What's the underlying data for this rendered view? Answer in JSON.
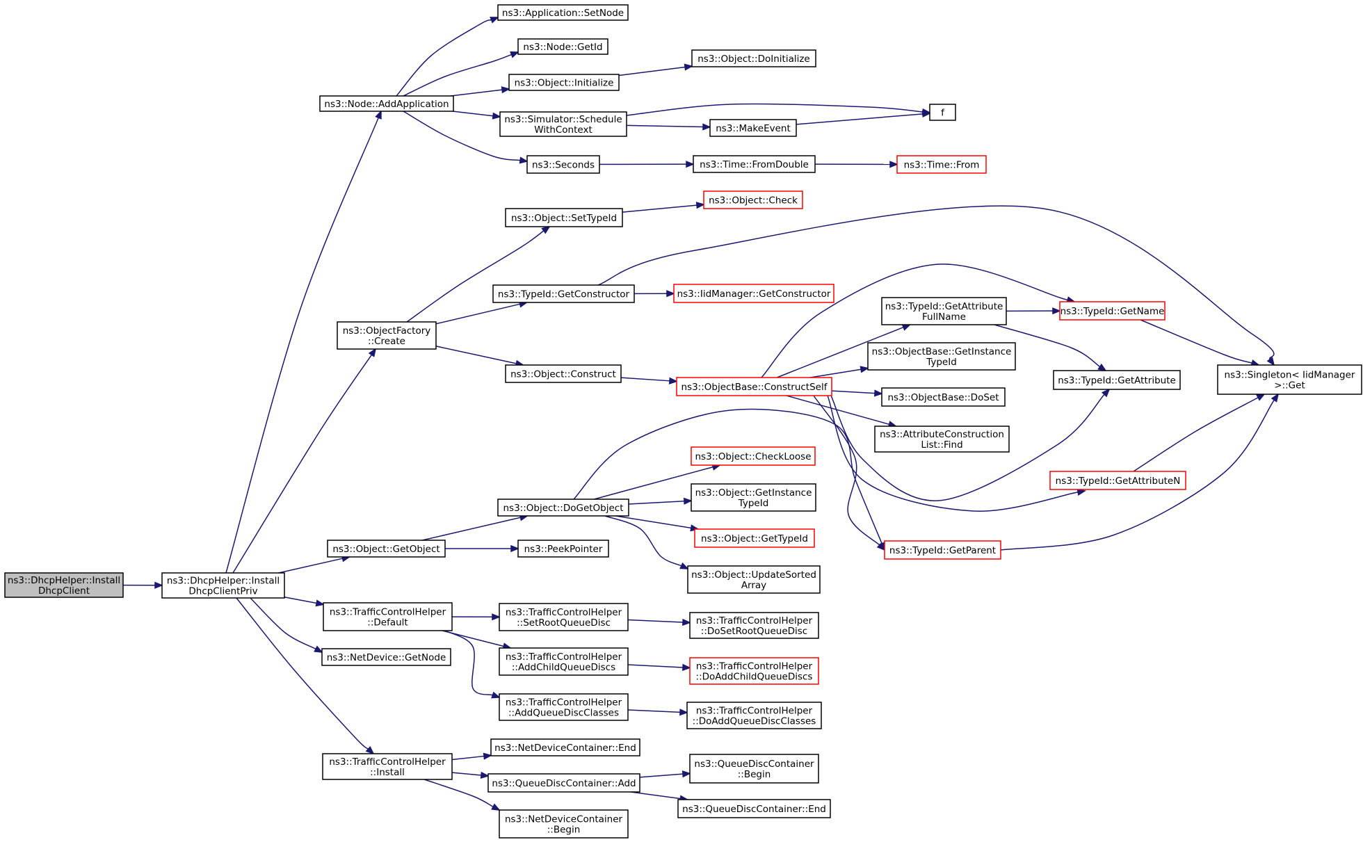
{
  "diagram": {
    "type": "call-graph",
    "colors": {
      "edge": "#191970",
      "normal_border": "#000000",
      "external_border": "#ff0000",
      "root_fill": "#bfbfbf"
    },
    "nodes": {
      "dhcp_install": {
        "lines": [
          "ns3::DhcpHelper::Install",
          "DhcpClient"
        ],
        "style": "root"
      },
      "dhcp_priv": {
        "lines": [
          "ns3::DhcpHelper::Install",
          "DhcpClientPriv"
        ],
        "style": "normal"
      },
      "add_app": {
        "lines": [
          "ns3::Node::AddApplication"
        ],
        "style": "normal"
      },
      "app_setnode": {
        "lines": [
          "ns3::Application::SetNode"
        ],
        "style": "normal"
      },
      "node_getid": {
        "lines": [
          "ns3::Node::GetId"
        ],
        "style": "normal"
      },
      "obj_init": {
        "lines": [
          "ns3::Object::Initialize"
        ],
        "style": "normal"
      },
      "obj_doinit": {
        "lines": [
          "ns3::Object::DoInitialize"
        ],
        "style": "normal"
      },
      "sched_ctx": {
        "lines": [
          "ns3::Simulator::Schedule",
          "WithContext"
        ],
        "style": "normal"
      },
      "f": {
        "lines": [
          "f"
        ],
        "style": "normal"
      },
      "make_event": {
        "lines": [
          "ns3::MakeEvent"
        ],
        "style": "normal"
      },
      "seconds": {
        "lines": [
          "ns3::Seconds"
        ],
        "style": "normal"
      },
      "time_fromdouble": {
        "lines": [
          "ns3::Time::FromDouble"
        ],
        "style": "normal"
      },
      "time_from": {
        "lines": [
          "ns3::Time::From"
        ],
        "style": "red"
      },
      "obj_settypeid": {
        "lines": [
          "ns3::Object::SetTypeId"
        ],
        "style": "normal"
      },
      "obj_check": {
        "lines": [
          "ns3::Object::Check"
        ],
        "style": "red"
      },
      "typeid_getctor": {
        "lines": [
          "ns3::TypeId::GetConstructor"
        ],
        "style": "normal"
      },
      "iid_getctor": {
        "lines": [
          "ns3::IidManager::GetConstructor"
        ],
        "style": "red"
      },
      "objfactory_create": {
        "lines": [
          "ns3::ObjectFactory",
          "::Create"
        ],
        "style": "normal"
      },
      "obj_construct": {
        "lines": [
          "ns3::Object::Construct"
        ],
        "style": "normal"
      },
      "objbase_constructself": {
        "lines": [
          "ns3::ObjectBase::ConstructSelf"
        ],
        "style": "red"
      },
      "typeid_getattrfull": {
        "lines": [
          "ns3::TypeId::GetAttribute",
          "FullName"
        ],
        "style": "normal"
      },
      "typeid_getname": {
        "lines": [
          "ns3::TypeId::GetName"
        ],
        "style": "red"
      },
      "objbase_getinsttypeid": {
        "lines": [
          "ns3::ObjectBase::GetInstance",
          "TypeId"
        ],
        "style": "normal"
      },
      "typeid_getattr": {
        "lines": [
          "ns3::TypeId::GetAttribute"
        ],
        "style": "normal"
      },
      "singleton_get": {
        "lines": [
          "ns3::Singleton< IidManager",
          ">::Get"
        ],
        "style": "normal"
      },
      "objbase_doset": {
        "lines": [
          "ns3::ObjectBase::DoSet"
        ],
        "style": "normal"
      },
      "attr_find": {
        "lines": [
          "ns3::AttributeConstruction",
          "List::Find"
        ],
        "style": "normal"
      },
      "obj_checkloose": {
        "lines": [
          "ns3::Object::CheckLoose"
        ],
        "style": "red"
      },
      "typeid_getattrn": {
        "lines": [
          "ns3::TypeId::GetAttributeN"
        ],
        "style": "red"
      },
      "obj_dogetobject": {
        "lines": [
          "ns3::Object::DoGetObject"
        ],
        "style": "normal"
      },
      "obj_getinsttypeid": {
        "lines": [
          "ns3::Object::GetInstance",
          "TypeId"
        ],
        "style": "normal"
      },
      "obj_gettypeid": {
        "lines": [
          "ns3::Object::GetTypeId"
        ],
        "style": "red"
      },
      "typeid_getparent": {
        "lines": [
          "ns3::TypeId::GetParent"
        ],
        "style": "red"
      },
      "obj_getobject": {
        "lines": [
          "ns3::Object::GetObject"
        ],
        "style": "normal"
      },
      "peekpointer": {
        "lines": [
          "ns3::PeekPointer"
        ],
        "style": "normal"
      },
      "obj_updatesorted": {
        "lines": [
          "ns3::Object::UpdateSorted",
          "Array"
        ],
        "style": "normal"
      },
      "tch_default": {
        "lines": [
          "ns3::TrafficControlHelper",
          "::Default"
        ],
        "style": "normal"
      },
      "tch_setroot": {
        "lines": [
          "ns3::TrafficControlHelper",
          "::SetRootQueueDisc"
        ],
        "style": "normal"
      },
      "tch_dosetroot": {
        "lines": [
          "ns3::TrafficControlHelper",
          "::DoSetRootQueueDisc"
        ],
        "style": "normal"
      },
      "netdev_getnode": {
        "lines": [
          "ns3::NetDevice::GetNode"
        ],
        "style": "normal"
      },
      "tch_addchild": {
        "lines": [
          "ns3::TrafficControlHelper",
          "::AddChildQueueDiscs"
        ],
        "style": "normal"
      },
      "tch_doaddchild": {
        "lines": [
          "ns3::TrafficControlHelper",
          "::DoAddChildQueueDiscs"
        ],
        "style": "red"
      },
      "tch_addclasses": {
        "lines": [
          "ns3::TrafficControlHelper",
          "::AddQueueDiscClasses"
        ],
        "style": "normal"
      },
      "tch_doaddclasses": {
        "lines": [
          "ns3::TrafficControlHelper",
          "::DoAddQueueDiscClasses"
        ],
        "style": "normal"
      },
      "tch_install": {
        "lines": [
          "ns3::TrafficControlHelper",
          "::Install"
        ],
        "style": "normal"
      },
      "ndc_end": {
        "lines": [
          "ns3::NetDeviceContainer::End"
        ],
        "style": "normal"
      },
      "qdc_add": {
        "lines": [
          "ns3::QueueDiscContainer::Add"
        ],
        "style": "normal"
      },
      "qdc_begin": {
        "lines": [
          "ns3::QueueDiscContainer",
          "::Begin"
        ],
        "style": "normal"
      },
      "qdc_end": {
        "lines": [
          "ns3::QueueDiscContainer::End"
        ],
        "style": "normal"
      },
      "ndc_begin": {
        "lines": [
          "ns3::NetDeviceContainer",
          "::Begin"
        ],
        "style": "normal"
      }
    },
    "edges": [
      [
        "dhcp_install",
        "dhcp_priv"
      ],
      [
        "dhcp_priv",
        "add_app"
      ],
      [
        "dhcp_priv",
        "objfactory_create"
      ],
      [
        "dhcp_priv",
        "obj_getobject"
      ],
      [
        "dhcp_priv",
        "tch_default"
      ],
      [
        "dhcp_priv",
        "netdev_getnode"
      ],
      [
        "dhcp_priv",
        "tch_install"
      ],
      [
        "add_app",
        "app_setnode"
      ],
      [
        "add_app",
        "node_getid"
      ],
      [
        "add_app",
        "obj_init"
      ],
      [
        "add_app",
        "sched_ctx"
      ],
      [
        "add_app",
        "seconds"
      ],
      [
        "obj_init",
        "obj_doinit"
      ],
      [
        "sched_ctx",
        "f"
      ],
      [
        "sched_ctx",
        "make_event"
      ],
      [
        "make_event",
        "f"
      ],
      [
        "seconds",
        "time_fromdouble"
      ],
      [
        "time_fromdouble",
        "time_from"
      ],
      [
        "objfactory_create",
        "obj_settypeid"
      ],
      [
        "objfactory_create",
        "typeid_getctor"
      ],
      [
        "objfactory_create",
        "obj_construct"
      ],
      [
        "obj_settypeid",
        "obj_check"
      ],
      [
        "typeid_getctor",
        "iid_getctor"
      ],
      [
        "typeid_getctor",
        "singleton_get"
      ],
      [
        "obj_construct",
        "objbase_constructself"
      ],
      [
        "objbase_constructself",
        "typeid_getattrfull"
      ],
      [
        "objbase_constructself",
        "typeid_getname"
      ],
      [
        "objbase_constructself",
        "objbase_getinsttypeid"
      ],
      [
        "objbase_constructself",
        "objbase_doset"
      ],
      [
        "objbase_constructself",
        "attr_find"
      ],
      [
        "objbase_constructself",
        "typeid_getattr"
      ],
      [
        "objbase_constructself",
        "typeid_getattrn"
      ],
      [
        "objbase_constructself",
        "typeid_getparent"
      ],
      [
        "typeid_getattrfull",
        "typeid_getname"
      ],
      [
        "typeid_getattrfull",
        "typeid_getattr"
      ],
      [
        "typeid_getname",
        "singleton_get"
      ],
      [
        "typeid_getattrn",
        "singleton_get"
      ],
      [
        "typeid_getparent",
        "singleton_get"
      ],
      [
        "obj_getobject",
        "obj_dogetobject"
      ],
      [
        "obj_getobject",
        "peekpointer"
      ],
      [
        "obj_dogetobject",
        "obj_checkloose"
      ],
      [
        "obj_dogetobject",
        "obj_getinsttypeid"
      ],
      [
        "obj_dogetobject",
        "obj_gettypeid"
      ],
      [
        "obj_dogetobject",
        "obj_updatesorted"
      ],
      [
        "obj_dogetobject",
        "typeid_getparent"
      ],
      [
        "tch_default",
        "tch_setroot"
      ],
      [
        "tch_default",
        "tch_addchild"
      ],
      [
        "tch_default",
        "tch_addclasses"
      ],
      [
        "tch_setroot",
        "tch_dosetroot"
      ],
      [
        "tch_addchild",
        "tch_doaddchild"
      ],
      [
        "tch_addclasses",
        "tch_doaddclasses"
      ],
      [
        "tch_install",
        "ndc_end"
      ],
      [
        "tch_install",
        "qdc_add"
      ],
      [
        "tch_install",
        "ndc_begin"
      ],
      [
        "qdc_add",
        "qdc_begin"
      ],
      [
        "qdc_add",
        "qdc_end"
      ]
    ]
  }
}
